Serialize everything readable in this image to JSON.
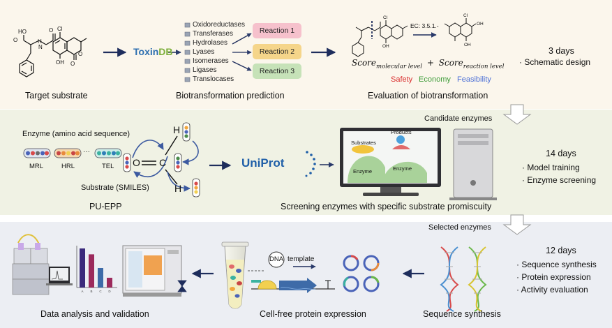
{
  "section1": {
    "target_label": "Target substrate",
    "toxindb": {
      "part1": "Toxin",
      "part2": "DB"
    },
    "enzyme_classes": [
      "Oxidoreductases",
      "Transferases",
      "Hydrolases",
      "Lyases",
      "Isomerases",
      "Ligases",
      "Translocases"
    ],
    "reactions": [
      "Reaction 1",
      "Reaction 2",
      "Reaction 3"
    ],
    "biotrans_label": "Biotransformation prediction",
    "ec_label": "EC: 3.5.1.-",
    "score_formula": {
      "score1": "Score",
      "sub1": "molecular level",
      "plus": "+",
      "score2": "Score",
      "sub2": "reaction level"
    },
    "criteria": {
      "safety": "Safety",
      "economy": "Economy",
      "feasibility": "Feasibility"
    },
    "eval_label": "Evaluation of biotransformation",
    "days": "3 days",
    "items": [
      "· Schematic design"
    ]
  },
  "section2": {
    "transition": "Candidate enzymes",
    "enzyme_seq_label": "Enzyme (amino acid sequence)",
    "seq_labels": [
      "MRL",
      "HRL",
      "TEL"
    ],
    "ellipsis": "···",
    "substrate_label": "Substrate (SMILES)",
    "atoms": {
      "h_top": "H",
      "o": "O",
      "c": "C",
      "h_bottom": "H"
    },
    "model_label": "PU-EPP",
    "uniprot": "UniProt",
    "screen_words": {
      "substrates": "Substrates",
      "products": "Products",
      "enzyme1": "Enzyme",
      "enzyme2": "Enzyme"
    },
    "screen_label": "Screening enzymes with specific substrate promiscuity",
    "days": "14 days",
    "items": [
      "· Model training",
      "· Enzyme screening"
    ]
  },
  "section3": {
    "transition": "Selected enzymes",
    "bar_labels": [
      "A",
      "B",
      "C",
      "D"
    ],
    "analysis_label": "Data analysis and validation",
    "dna": "DNA",
    "template": "template",
    "cellfree_label": "Cell-free protein expression",
    "seqsyn_label": "Sequence synthesis",
    "days": "12 days",
    "items": [
      "· Sequence synthesis",
      "· Protein expression",
      "· Activity evaluation"
    ]
  },
  "chart_data": {
    "type": "bar",
    "categories": [
      "A",
      "B",
      "C",
      "D"
    ],
    "values": [
      10,
      8.5,
      5,
      2.5
    ],
    "colors": [
      "#3b2a7c",
      "#9c2a5c",
      "#3e6ba8",
      "#9c2a5c"
    ]
  },
  "colors": {
    "band1": "#fbf6ec",
    "band2": "#f0f2e4",
    "band3": "#eceef3",
    "arrow": "#1e2d5c",
    "toxin_blue": "#2d6fb0",
    "toxin_green": "#7cae3a",
    "reaction1": "#f6c1cc",
    "reaction2": "#f5d58a",
    "reaction3": "#c6e2b8",
    "safety": "#d92b2b",
    "economy": "#3f9d3a",
    "feasibility": "#4a6ed6",
    "uniprot": "#1f5fa8"
  }
}
